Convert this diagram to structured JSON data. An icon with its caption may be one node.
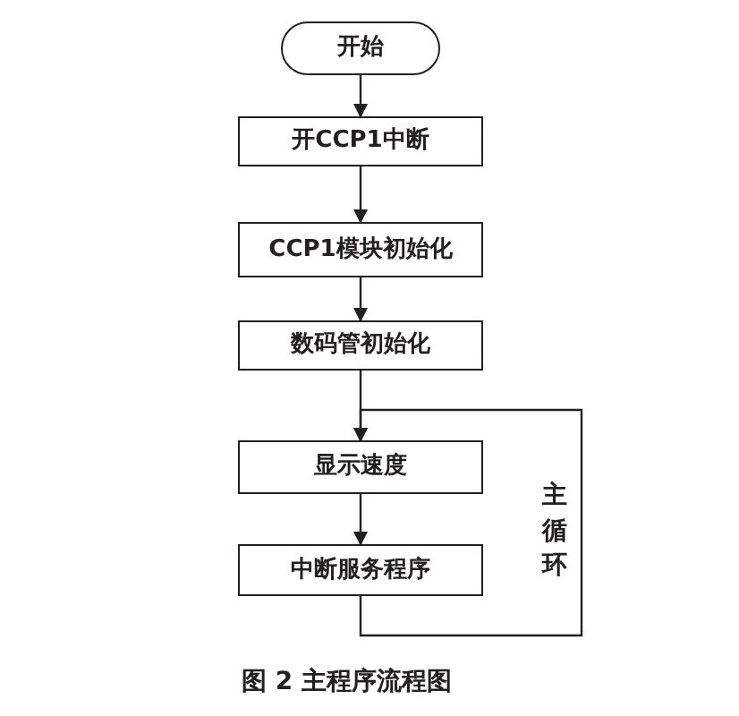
{
  "diagram": {
    "caption": "图 2 主程序流程图",
    "nodes": [
      {
        "text": [
          "开始"
        ]
      },
      {
        "text": [
          "开CCP1中断"
        ]
      },
      {
        "text": [
          "CCP1模块初始化"
        ]
      },
      {
        "text": [
          "数码管初始化"
        ]
      },
      {
        "text": [
          "显示速度"
        ]
      },
      {
        "text": [
          "中断服务程序"
        ]
      }
    ],
    "edges": [
      {
        "from": 0,
        "to": 1,
        "arrow": "to"
      },
      {
        "from": 1,
        "to": 2,
        "arrow": "to"
      },
      {
        "from": 2,
        "to": 3,
        "arrow": "to"
      },
      {
        "from": 3,
        "to": 4,
        "arrow": "to"
      },
      {
        "from": 4,
        "to": 5,
        "arrow": "to"
      },
      {
        "from": 5,
        "to": 4,
        "arrow": "to",
        "label": "主循环"
      }
    ]
  }
}
